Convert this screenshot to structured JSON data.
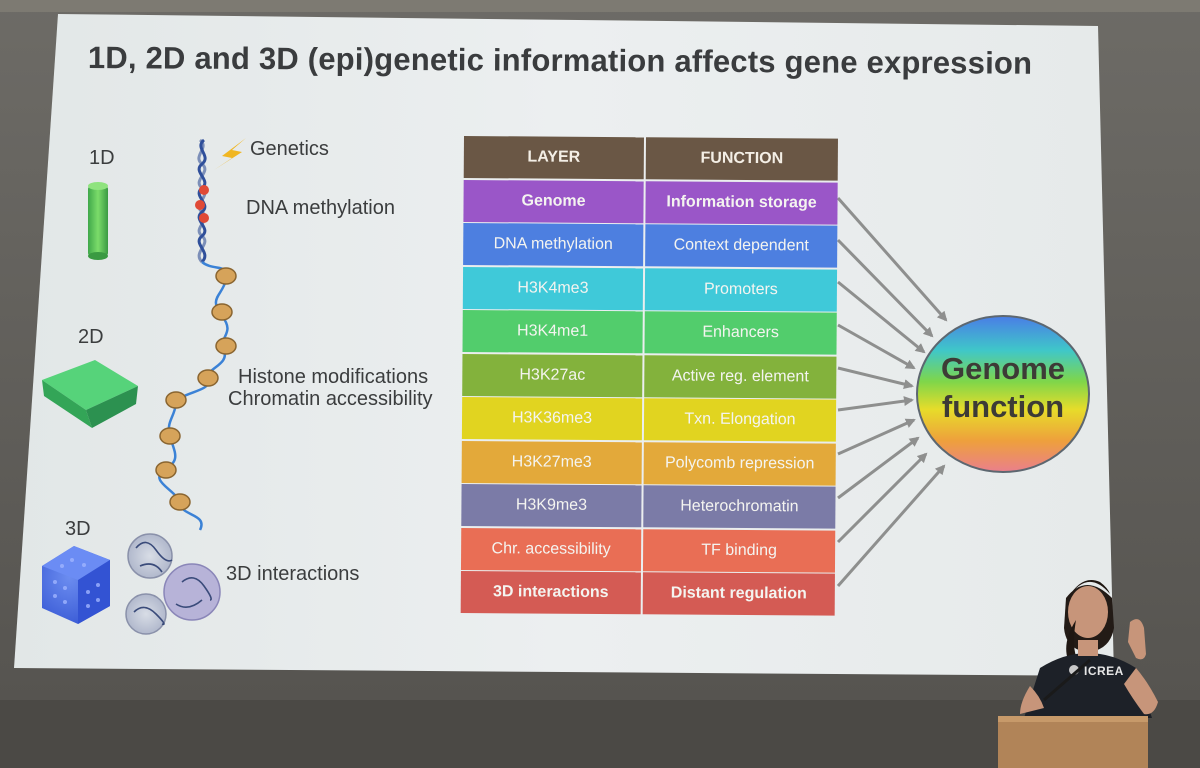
{
  "slide": {
    "title": "1D, 2D and 3D (epi)genetic information affects gene expression",
    "dimensions": [
      "1D",
      "2D",
      "3D"
    ],
    "annotations": {
      "genetics": "Genetics",
      "dna_methylation": "DNA methylation",
      "histone_modifications": "Histone modifications",
      "chromatin_accessibility": "Chromatin accessibility",
      "interactions_3d": "3D interactions"
    },
    "table": {
      "header": {
        "layer": "LAYER",
        "function": "FUNCTION"
      },
      "rows": [
        {
          "layer": "Genome",
          "function": "Information storage",
          "color": "#9a56c8"
        },
        {
          "layer": "DNA methylation",
          "function": "Context dependent",
          "color": "#4d7fe0"
        },
        {
          "layer": "H3K4me3",
          "function": "Promoters",
          "color": "#3fc9d9"
        },
        {
          "layer": "H3K4me1",
          "function": "Enhancers",
          "color": "#52cd6c"
        },
        {
          "layer": "H3K27ac",
          "function": "Active reg. element",
          "color": "#83b23c"
        },
        {
          "layer": "H3K36me3",
          "function": "Txn. Elongation",
          "color": "#e1d420"
        },
        {
          "layer": "H3K27me3",
          "function": "Polycomb repression",
          "color": "#e3a93a"
        },
        {
          "layer": "H3K9me3",
          "function": "Heterochromatin",
          "color": "#7b7ba7"
        },
        {
          "layer": "Chr. accessibility",
          "function": "TF binding",
          "color": "#e96e55"
        },
        {
          "layer": "3D interactions",
          "function": "Distant regulation",
          "color": "#d45b54"
        }
      ]
    },
    "genome_function": {
      "line1": "Genome",
      "line2": "function"
    }
  },
  "speaker": {
    "shirt_logo": "ICREA"
  }
}
